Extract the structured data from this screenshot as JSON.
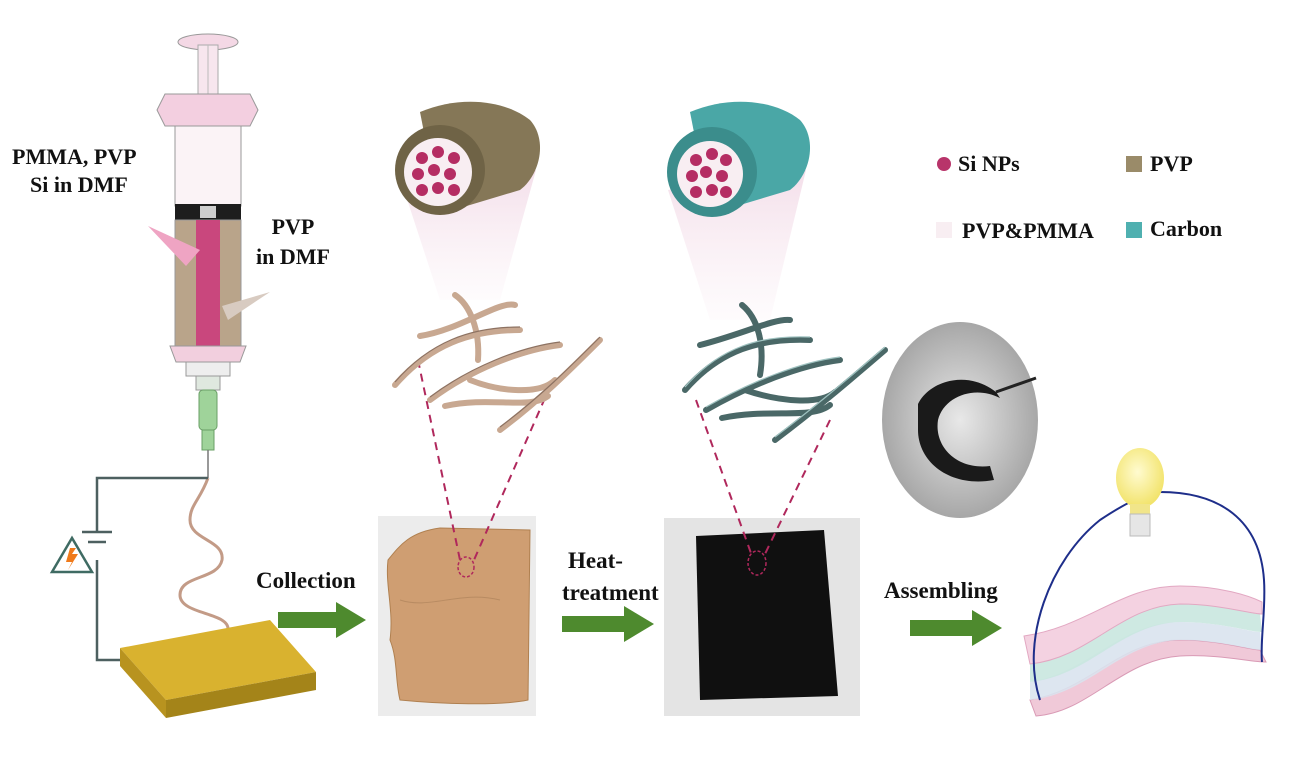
{
  "syringe_label_left": [
    "PMMA, PVP",
    "Si in DMF"
  ],
  "syringe_label_right": [
    "PVP",
    "in DMF"
  ],
  "arrow_labels": {
    "collection": "Collection",
    "heat_treatment": [
      "Heat-",
      "treatment"
    ],
    "assembling": "Assembling"
  },
  "legend": [
    {
      "label": "Si NPs",
      "color": "#b8346a",
      "shape": "dot"
    },
    {
      "label": "PVP",
      "color": "#9a8b69",
      "shape": "square"
    },
    {
      "label": "PVP&PMMA",
      "color": "#f8eef2",
      "shape": "square"
    },
    {
      "label": "Carbon",
      "color": "#4fb0b0",
      "shape": "square"
    }
  ],
  "colors": {
    "pvp_shell": "#857757",
    "carbon_shell": "#4aa7a6",
    "si_np": "#b52d63",
    "fiber_tan": "#c8a891",
    "fiber_dark": "#4a6867",
    "arrow_green": "#4e8a2e",
    "collector_gold": "#d7ad2a",
    "membrane_tan": "#cf9e72",
    "membrane_black": "#111111",
    "dashed_magenta": "#b0285c"
  }
}
